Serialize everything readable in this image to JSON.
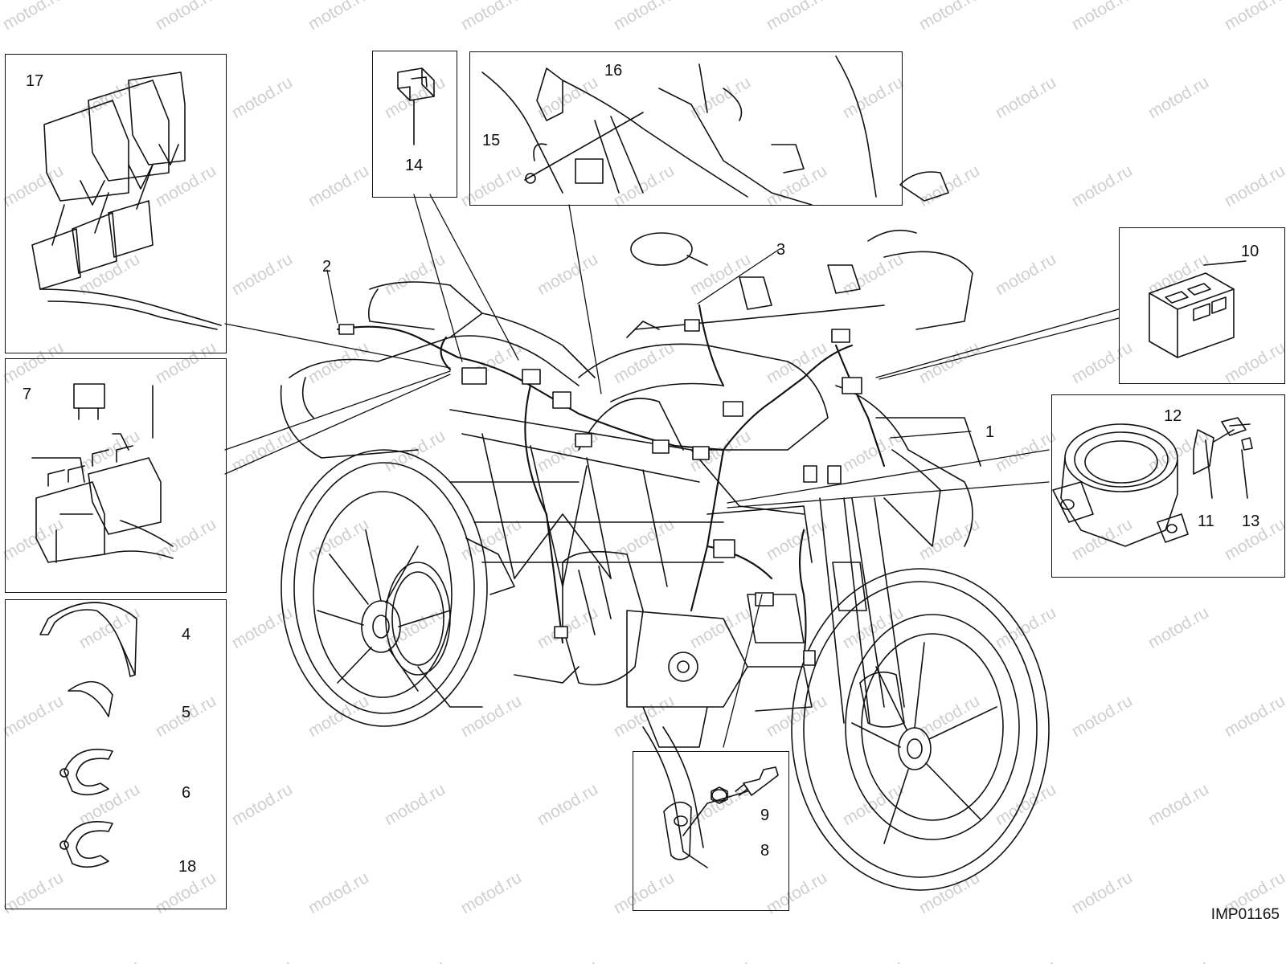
{
  "watermark_text": "motod.ru",
  "drawing_id": "IMP01165",
  "callouts": {
    "c1": "1",
    "c2": "2",
    "c3": "3",
    "c4": "4",
    "c5": "5",
    "c6": "6",
    "c7": "7",
    "c8": "8",
    "c9": "9",
    "c10": "10",
    "c11": "11",
    "c12": "12",
    "c13": "13",
    "c14": "14",
    "c15": "15",
    "c16": "16",
    "c17": "17",
    "c18": "18"
  }
}
